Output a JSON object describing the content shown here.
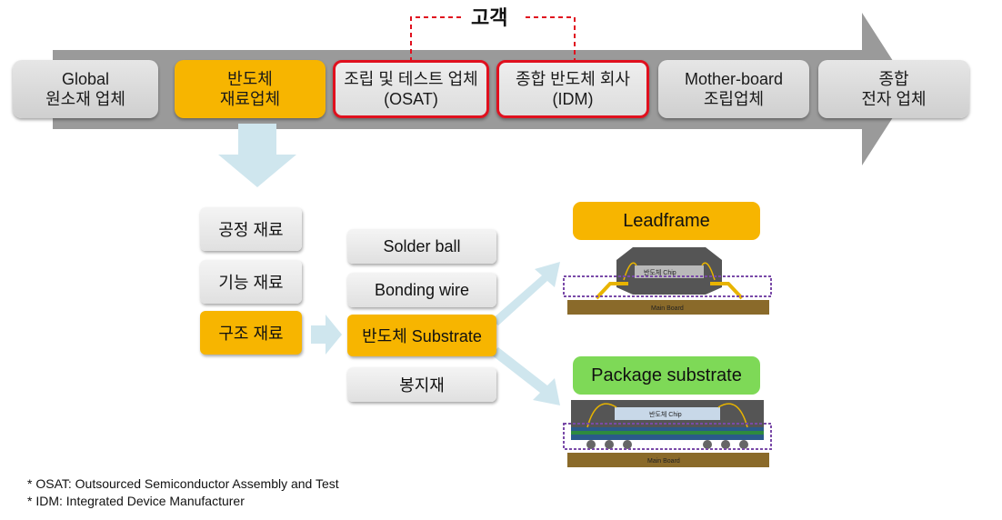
{
  "customer_label": "고객",
  "value_chain": [
    {
      "line1": "Global",
      "line2": "원소재 업체"
    },
    {
      "line1": "반도체",
      "line2": "재료업체"
    },
    {
      "line1": "조립 및 테스트 업체",
      "line2": "(OSAT)"
    },
    {
      "line1": "종합 반도체 회사",
      "line2": "(IDM)"
    },
    {
      "line1": "Mother-board",
      "line2": "조립업체"
    },
    {
      "line1": "종합",
      "line2": "전자 업체"
    }
  ],
  "material_categories": [
    "공정 재료",
    "기능 재료",
    "구조 재료"
  ],
  "structural_materials": [
    "Solder ball",
    "Bonding wire",
    "반도체 Substrate",
    "봉지재"
  ],
  "package_types": [
    "Leadframe",
    "Package substrate"
  ],
  "diagram_labels": {
    "chip": "반도체 Chip",
    "board": "Main Board"
  },
  "footnotes": [
    "* OSAT: Outsourced Semiconductor Assembly and Test",
    "* IDM: Integrated Device Manufacturer"
  ],
  "colors": {
    "accent_yellow": "#f7b500",
    "highlight_red": "#e0101e",
    "package_green": "#7ed957",
    "arrow_grey": "#9a9a9a",
    "flow_blue": "#cfe6ee"
  }
}
